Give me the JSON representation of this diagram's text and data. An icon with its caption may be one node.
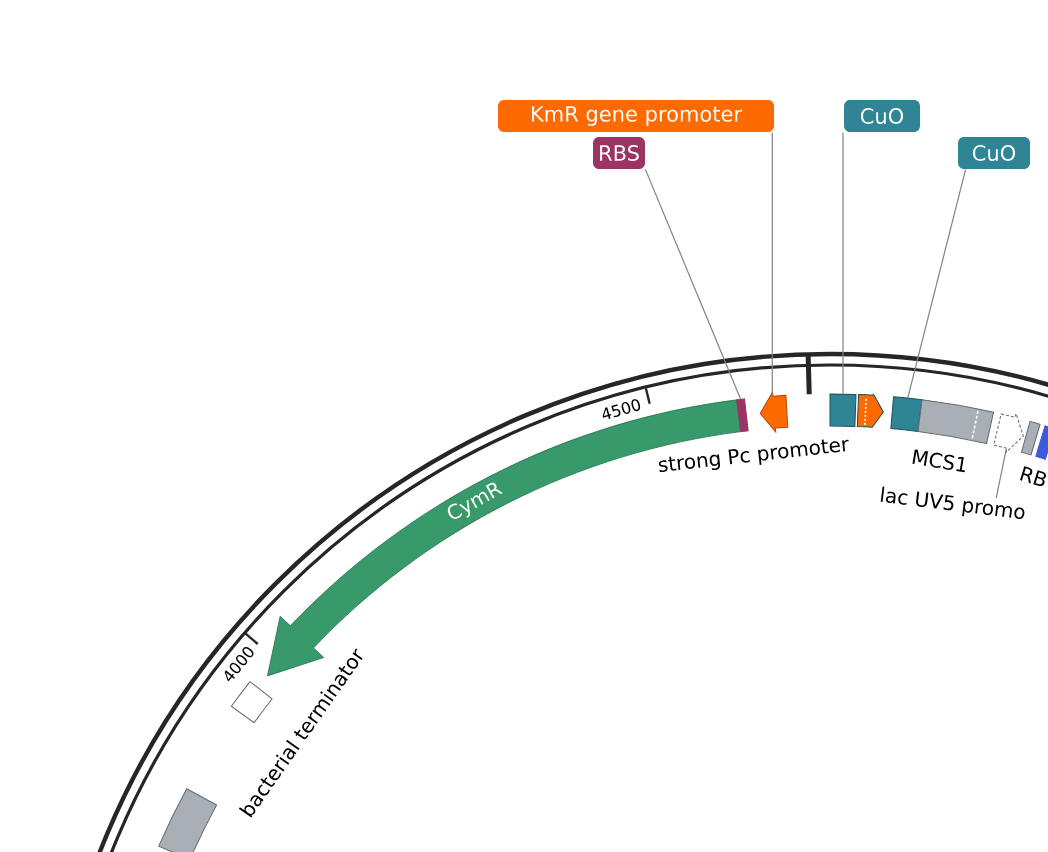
{
  "diagram": {
    "nodes": [
      {
        "text": [
          "KmR gene promoter"
        ]
      },
      {
        "text": [
          "CuO"
        ]
      },
      {
        "text": [
          "RBS"
        ]
      },
      {
        "text": [
          "CuO"
        ]
      },
      {
        "text": [
          "CymR"
        ]
      },
      {
        "text": [],
        "shape": "bar"
      },
      {
        "text": [],
        "shape": "arrow"
      },
      {
        "text": [],
        "shape": "box"
      },
      {
        "text": [],
        "shape": "arrow"
      },
      {
        "text": [],
        "shape": "box"
      },
      {
        "text": [],
        "shape": "box"
      },
      {
        "text": [],
        "shape": "arrow"
      },
      {
        "text": [
          "lac UV5 promo"
        ]
      },
      {
        "text": [],
        "shape": "box"
      },
      {
        "text": [],
        "shape": "box"
      },
      {
        "text": [],
        "shape": "box",
        "beside": [
          "bacterial terminator"
        ]
      },
      {
        "text": [],
        "shape": "box"
      }
    ],
    "edges": [
      {
        "from": 0,
        "to": 6,
        "arrow": "none"
      },
      {
        "from": 2,
        "to": 5,
        "arrow": "none"
      },
      {
        "from": 1,
        "to": 7,
        "arrow": "none"
      },
      {
        "from": 3,
        "to": 9,
        "arrow": "none"
      },
      {
        "from": 12,
        "to": 11,
        "arrow": "none"
      }
    ],
    "labels": [
      "4500",
      "strong Pc promoter",
      "MCS1",
      "RB",
      "4000"
    ]
  }
}
